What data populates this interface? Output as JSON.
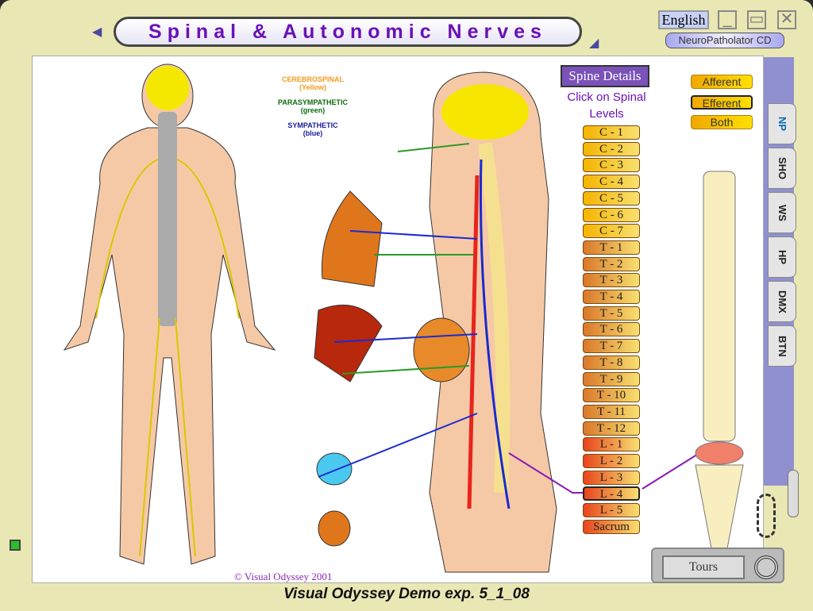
{
  "title": "Spinal & Autonomic Nerves",
  "language": "English",
  "brand": "NeuroPatholator CD",
  "legend": {
    "cerebrospinal": "CEREBROSPINAL",
    "cerebrospinal_color": "(Yellow)",
    "parasympathetic": "PARASYMPATHETIC",
    "parasympathetic_color": "(green)",
    "sympathetic": "SYMPATHETIC",
    "sympathetic_color": "(blue)"
  },
  "spine_details": "Spine Details",
  "click_hint": "Click on Spinal Levels",
  "levels": [
    "C - 1",
    "C - 2",
    "C - 3",
    "C - 4",
    "C - 5",
    "C - 6",
    "C - 7",
    "T - 1",
    "T - 2",
    "T - 3",
    "T - 4",
    "T - 5",
    "T - 6",
    "T - 7",
    "T - 8",
    "T - 9",
    "T - 10",
    "T - 11",
    "T - 12",
    "L - 1",
    "L - 2",
    "L - 3",
    "L - 4",
    "L - 5",
    "Sacrum"
  ],
  "selected_level": "L - 4",
  "filters": [
    "Afferent",
    "Efferent",
    "Both"
  ],
  "selected_filter": "Efferent",
  "tabs": [
    "NP",
    "SHO",
    "WS",
    "HP",
    "DMX",
    "BTN"
  ],
  "copyright": "© Visual Odyssey 2001",
  "tours": "Tours",
  "footer": "Visual Odyssey Demo exp. 5_1_08",
  "colors": {
    "cervical": "#f5b400",
    "thoracic": "#d9782a",
    "lumbar": "#e8441c",
    "accent": "#6b10b8"
  }
}
